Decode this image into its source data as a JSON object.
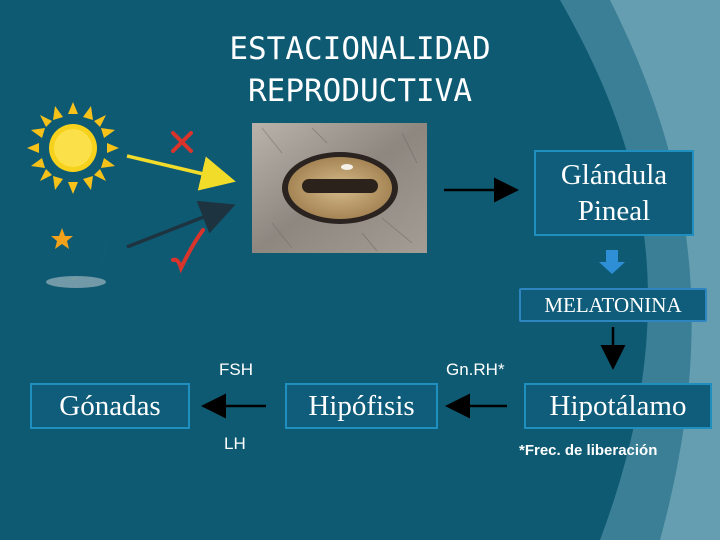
{
  "title_line1": "ESTACIONALIDAD",
  "title_line2": "REPRODUCTIVA",
  "pineal_line1": "Glándula",
  "pineal_line2": "Pineal",
  "melatonin": "MELATONINA",
  "hypothalamus": "Hipotálamo",
  "pituitary": "Hipófisis",
  "gonads": "Gónadas",
  "gnrh": "Gn.RH*",
  "fsh": "FSH",
  "lh": "LH",
  "footnote": "*Frec. de liberación",
  "icons": [
    "sun-icon",
    "moon-icon",
    "star-icon",
    "cross-icon",
    "check-icon"
  ],
  "colors": {
    "background": "#0e5a73",
    "box_border": "#1f8fc0",
    "yellow_arrow": "#f2dc2a",
    "cross": "#d9342b",
    "check": "#d9342b"
  }
}
